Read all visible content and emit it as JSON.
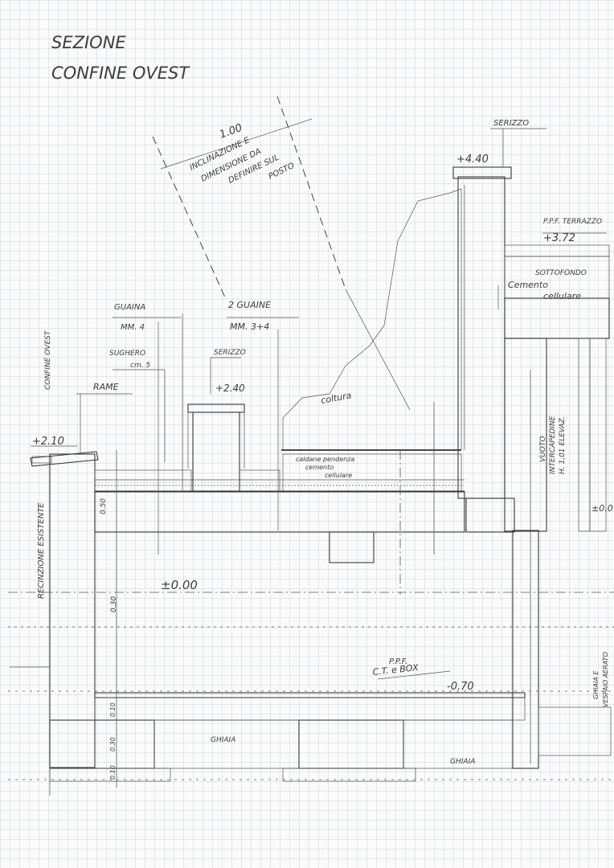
{
  "title": {
    "line1": "SEZIONE",
    "line2": "CONFINE OVEST"
  },
  "annotations": {
    "confine_ovest": "CONFINE OVEST",
    "recinzione": "RECINZIONE ESISTENTE",
    "rame": "RAME",
    "sughero_label": "SUGHERO",
    "sughero_thickness": "cm. 5",
    "guaina_label": "GUAINA",
    "guaina_thickness": "MM. 4",
    "due_guaine_label": "2 GUAINE",
    "due_guaine_thickness": "MM. 3+4",
    "serizzo_parapetto": "SERIZZO",
    "serizzo_top": "SERIZZO",
    "inclinazione_dim": "1.00",
    "inclinazione_note_1": "INCLINAZIONE E",
    "inclinazione_note_2": "DIMENSIONE DA",
    "inclinazione_note_3": "DEFINIRE SUL",
    "inclinazione_note_4": "POSTO",
    "coltura": "coltura",
    "caldane_1": "caldane pendenza",
    "caldane_2": "cemento",
    "caldane_3": "cellulare",
    "ppf_terrazzo": "P.P.F. TERRAZZO",
    "sottofondo_1": "SOTTOFONDO",
    "sottofondo_2": "Cemento",
    "sottofondo_3": "cellulare",
    "vuoto_1": "VUOTO",
    "vuoto_2": "INTERCAPEDINE",
    "vuoto_3": "H. 1,01 ELEVAZ.",
    "ghiaia_vespaio_1": "GHIAIA E",
    "ghiaia_vespaio_2": "VESPAIO AERATO",
    "ppf_box_1": "P.P.F.",
    "ppf_box_2": "C.T. e BOX",
    "ghiaia_left": "GHIAIA",
    "ghiaia_right": "GHIAIA"
  },
  "levels": {
    "muro_confine": "+2.10",
    "parapetto": "+2.40",
    "top": "+4.40",
    "terrazzo": "+3.72",
    "zero": "±0.00",
    "box": "-0.70",
    "right_partial": "±0.0"
  },
  "dimensions": {
    "slab_thickness": "0.50",
    "wall_dim": "0.30",
    "floor_layer": "0.10",
    "foundation": "0.30",
    "base_layer": "0.10"
  },
  "colors": {
    "paper": "#fbfbfb",
    "grid": "#aab2ba",
    "pencil": "#3a3a3a",
    "hatch": "#7a7a7a"
  }
}
